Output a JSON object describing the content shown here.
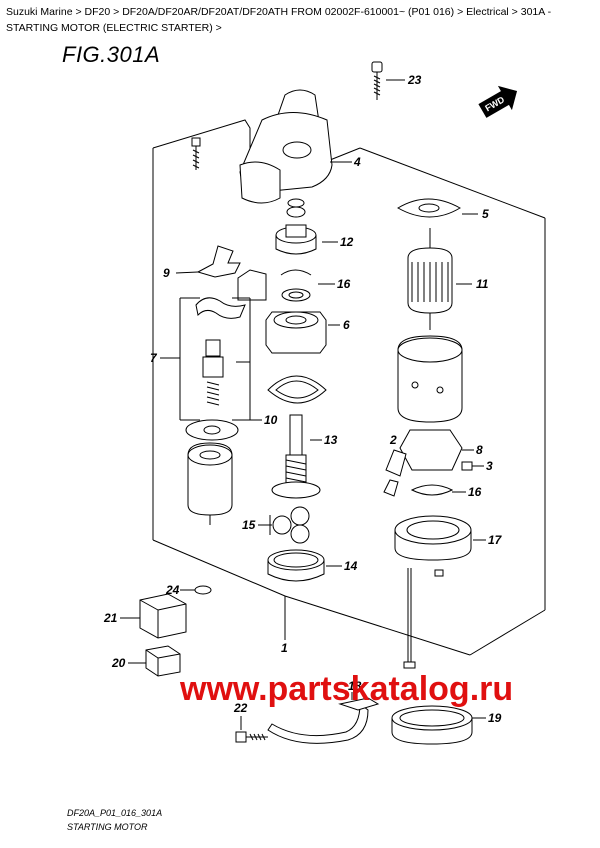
{
  "breadcrumb": {
    "items": [
      "Suzuki Marine",
      "DF20",
      "DF20A/DF20AR/DF20AT/DF20ATH FROM 02002F-610001~ (P01 016)",
      "Electrical",
      "301A - STARTING MOTOR (ELECTRIC STARTER)"
    ],
    "separator": ">",
    "trailing": ">"
  },
  "figure": {
    "title": "FIG.301A",
    "fwd_label": "FWD",
    "code": "DF20A_P01_016_301A",
    "caption": "STARTING MOTOR"
  },
  "watermark": "www.partskatalog.ru",
  "colors": {
    "watermark": "#e01010",
    "line": "#000000",
    "background": "#ffffff"
  },
  "callouts": [
    "23",
    "4",
    "5",
    "12",
    "9",
    "16",
    "11",
    "6",
    "7",
    "10",
    "13",
    "2",
    "8",
    "3",
    "16",
    "15",
    "17",
    "14",
    "24",
    "21",
    "1",
    "20",
    "18",
    "22",
    "19"
  ]
}
